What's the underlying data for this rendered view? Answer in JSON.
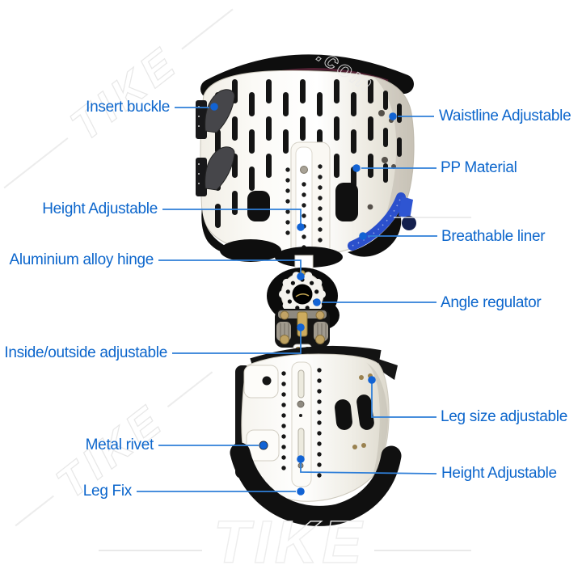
{
  "annotations": {
    "left": [
      {
        "label": "Insert buckle"
      },
      {
        "label": "Height Adjustable"
      },
      {
        "label": "Aluminium alloy hinge"
      },
      {
        "label": "Inside/outside adjustable"
      },
      {
        "label": "Metal rivet"
      },
      {
        "label": "Leg Fix"
      }
    ],
    "right": [
      {
        "label": "Waistline Adjustable"
      },
      {
        "label": "PP Material"
      },
      {
        "label": "Breathable liner"
      },
      {
        "label": "Angle regulator"
      },
      {
        "label": "Leg size adjustable"
      },
      {
        "label": "Height Adjustable"
      }
    ]
  },
  "watermarks": {
    "brand_top_left": "TIKE",
    "brand_bottom_left": "TIKE",
    "brand_bottom_center": "TIKE",
    "domain_fragment": ".com"
  },
  "colors": {
    "label_text": "#0c66cc",
    "leader_line": "#2f7fd8",
    "marker_dot": "#1263d4",
    "liner_blue": "#2b50cc",
    "shell_white": "#f6f3ec",
    "strap_black": "#111111",
    "brass": "#c2a365"
  }
}
